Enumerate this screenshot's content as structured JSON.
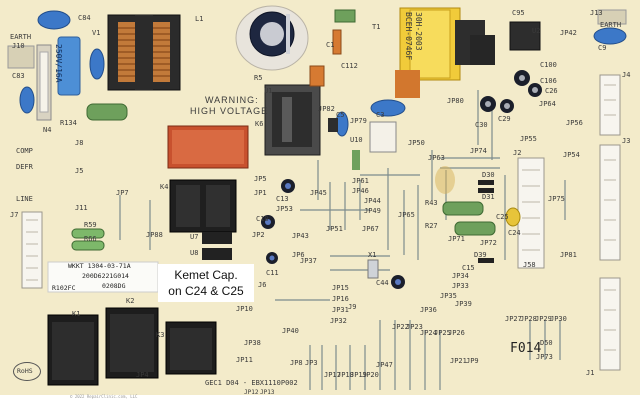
{
  "board": {
    "warning_line1": "WARNING:",
    "warning_line2": "HIGH VOLTAGE",
    "label_part": "WKKT 1304-03-71A",
    "label_code": "200D6221G014",
    "label_date": "0208DG",
    "label_r": "R102FC",
    "note_line1": "Kemet Cap.",
    "note_line2": "on C24 & C25",
    "bottom_code": "GEC1 D04 - EBX1110P002",
    "stamp": "F014",
    "rohs": "RoHS",
    "transformer_text": "30H-2003",
    "transformer_text2": "BCEH-0746F",
    "fuse_text": "250V/16A",
    "copyright": "© 2022 RepairClinic.com, LLC"
  },
  "refs": {
    "c84": "C84",
    "v1": "V1",
    "earth1": "EARTH",
    "j10": "J10",
    "c83": "C83",
    "n4": "N4",
    "r134": "R134",
    "l1": "L1",
    "r5": "R5",
    "c1": "C1",
    "c112": "C112",
    "t1": "T1",
    "c95": "C95",
    "j13": "J13",
    "earth2": "EARTH",
    "c9": "C9",
    "u2": "U2",
    "c100": "C100",
    "c106": "C106",
    "c26": "C26",
    "jp42": "JP42",
    "jp64": "JP64",
    "u1": "U1",
    "k6": "K6",
    "jp82": "JP82",
    "c5": "C5",
    "jp79": "JP79",
    "c3": "C3",
    "u10": "U10",
    "jp80": "JP80",
    "c30": "C30",
    "c29": "C29",
    "jp55": "JP55",
    "jp56": "JP56",
    "j4": "J4",
    "j3": "J3",
    "comp": "COMP",
    "defr": "DEFR",
    "line": "LINE",
    "j8": "J8",
    "j5": "J5",
    "j7": "J7",
    "j11": "J11",
    "r59": "R59",
    "r66": "R66",
    "jp50": "JP50",
    "jp63": "JP63",
    "jp74": "JP74",
    "j2": "J2",
    "jp54": "JP54",
    "k4": "K4",
    "jp5": "JP5",
    "jp61": "JP61",
    "jp46": "JP46",
    "jp45": "JP45",
    "jp44": "JP44",
    "jp53": "JP53",
    "jp49": "JP49",
    "c13": "C13",
    "c10": "C10",
    "jp65": "JP65",
    "jp51": "JP51",
    "jp67": "JP67",
    "jp43": "JP43",
    "u7": "U7",
    "u8": "U8",
    "jp88": "JP88",
    "c11": "C11",
    "jp37": "JP37",
    "r43": "R43",
    "r27": "R27",
    "d30": "D30",
    "d31": "D31",
    "c24": "C24",
    "c25": "C25",
    "jp71": "JP71",
    "jp72": "JP72",
    "d39": "D39",
    "jp75": "JP75",
    "jp81": "JP81",
    "j58": "J58",
    "jp73": "JP73",
    "x1": "X1",
    "c44": "C44",
    "jp34": "JP34",
    "jp33": "JP33",
    "jp35": "JP35",
    "jp39": "JP39",
    "jp36": "JP36",
    "j6": "J6",
    "jp15": "JP15",
    "jp16": "JP16",
    "jp10": "JP10",
    "jp31": "JP31",
    "jp32": "JP32",
    "jp40": "JP40",
    "jp38": "JP38",
    "jp11": "JP11",
    "k1": "K1",
    "k2": "K2",
    "k3": "K3",
    "jp4": "JP4",
    "j1": "J1",
    "jp12": "JP12",
    "jp13": "JP13",
    "jp47": "JP47",
    "j9": "J9",
    "jp8": "JP8",
    "jp3": "JP3",
    "jp22": "JP22",
    "jp23": "JP23",
    "jp24": "JP24",
    "jp25": "JP25",
    "jp26": "JP26",
    "jp27": "JP27",
    "jp28": "JP28",
    "jp29": "JP29",
    "jp30": "JP30",
    "jp19": "JP19",
    "jp20": "JP20",
    "jp21": "JP21",
    "jp18": "JP18",
    "jp17": "JP17",
    "jp9": "JP9",
    "jp6": "JP6",
    "jp7": "JP7",
    "jp1": "JP1",
    "jp2": "JP2",
    "d50": "D50",
    "c15": "C15"
  }
}
